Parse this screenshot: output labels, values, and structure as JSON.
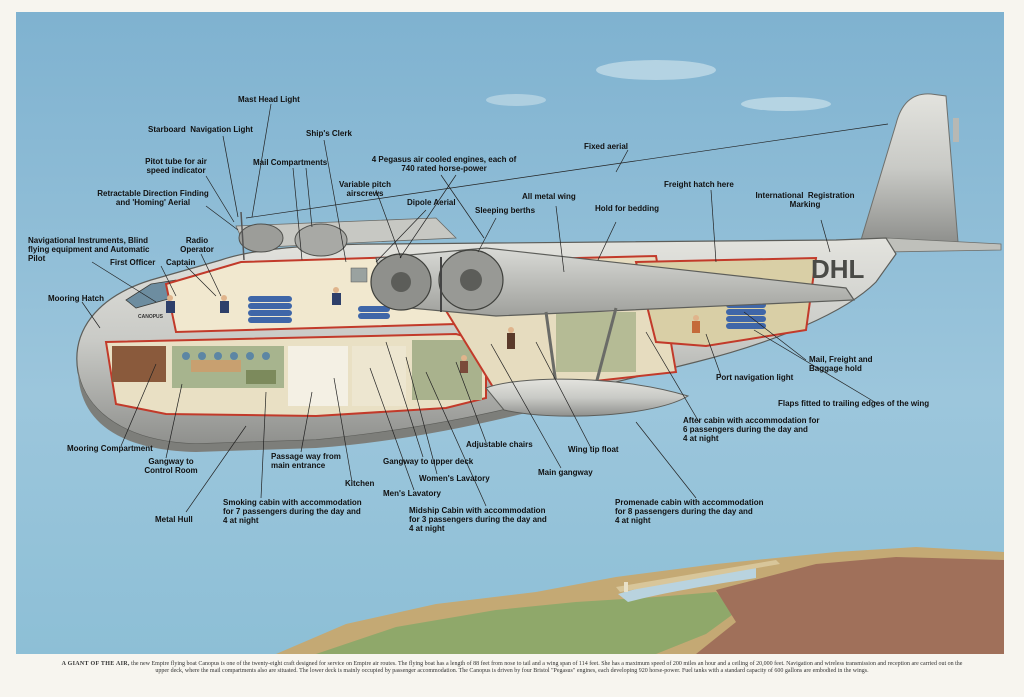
{
  "hull_registration": "DHL",
  "hull_name": "CANOPUS",
  "labels": {
    "mast_head_light": "Mast Head Light",
    "starboard_nav_light": "Starboard  Navigation Light",
    "ships_clerk": "Ship's Clerk",
    "pitot_tube": "Pitot tube for air\nspeed indicator",
    "mail_compartments": "Mail Compartments",
    "engines": "4 Pegasus air cooled engines, each of\n740 rated horse-power",
    "fixed_aerial": "Fixed aerial",
    "retractable_df": "Retractable Direction Finding\nand 'Homing' Aerial",
    "variable_pitch": "Variable pitch\nairscrews",
    "dipole_aerial": "Dipole Aerial",
    "all_metal_wing": "All metal wing",
    "freight_hatch": "Freight hatch here",
    "intl_registration": "International  Registration\nMarking",
    "sleeping_berths": "Sleeping berths",
    "hold_for_bedding": "Hold for bedding",
    "nav_instruments": "Navigational Instruments, Blind\nflying equipment and Automatic\nPilot",
    "radio_operator": "Radio\nOperator",
    "first_officer": "First Officer",
    "captain": "Captain",
    "mooring_hatch": "Mooring Hatch",
    "mail_freight": "Mail, Freight and\nBaggage hold",
    "port_nav_light": "Port navigation light",
    "flaps": "Flaps fitted to trailing edges of the wing",
    "after_cabin": "After cabin with accommodation for\n6 passengers during the day and\n4 at night",
    "adjustable_chairs": "Adjustable chairs",
    "wing_tip_float": "Wing tip float",
    "mooring_compartment": "Mooring Compartment",
    "gangway_control": "Gangway to\nControl Room",
    "passage_way": "Passage way from\nmain entrance",
    "gangway_upper": "Gangway to upper deck",
    "womens_lavatory": "Women's Lavatory",
    "main_gangway": "Main gangway",
    "kitchen": "Kitchen",
    "mens_lavatory": "Men's Lavatory",
    "smoking_cabin": "Smoking cabin with accommodation\nfor 7 passengers during the day and\n4 at night",
    "midship_cabin": "Midship Cabin with accommodation\nfor 3 passengers during the day and\n4 at night",
    "promenade_cabin": "Promenade cabin with accommodation\nfor 8 passengers during the day and\n4 at night",
    "metal_hull": "Metal Hull"
  },
  "caption": {
    "lead": "A GIANT OF THE AIR,",
    "text": " the new Empire flying boat Canopus is one of the twenty-eight craft designed for service on Empire air routes.  The flying boat has a length of 88 feet from nose to tail and a wing span of 114 feet.  She has a maximum speed of 200 miles an hour and a ceiling of 20,000 feet.  Navigation and wireless transmission and reception are carried out on the upper deck, where the mail compartments also are situated.  The lower deck is mainly occupied by passenger accommodation.  The Canopus is driven by four Bristol \"Pegasus\" engines, each developing 920 horse-power.  Fuel tanks with a standard capacity of 600 gallons are embodied in the wings."
  }
}
